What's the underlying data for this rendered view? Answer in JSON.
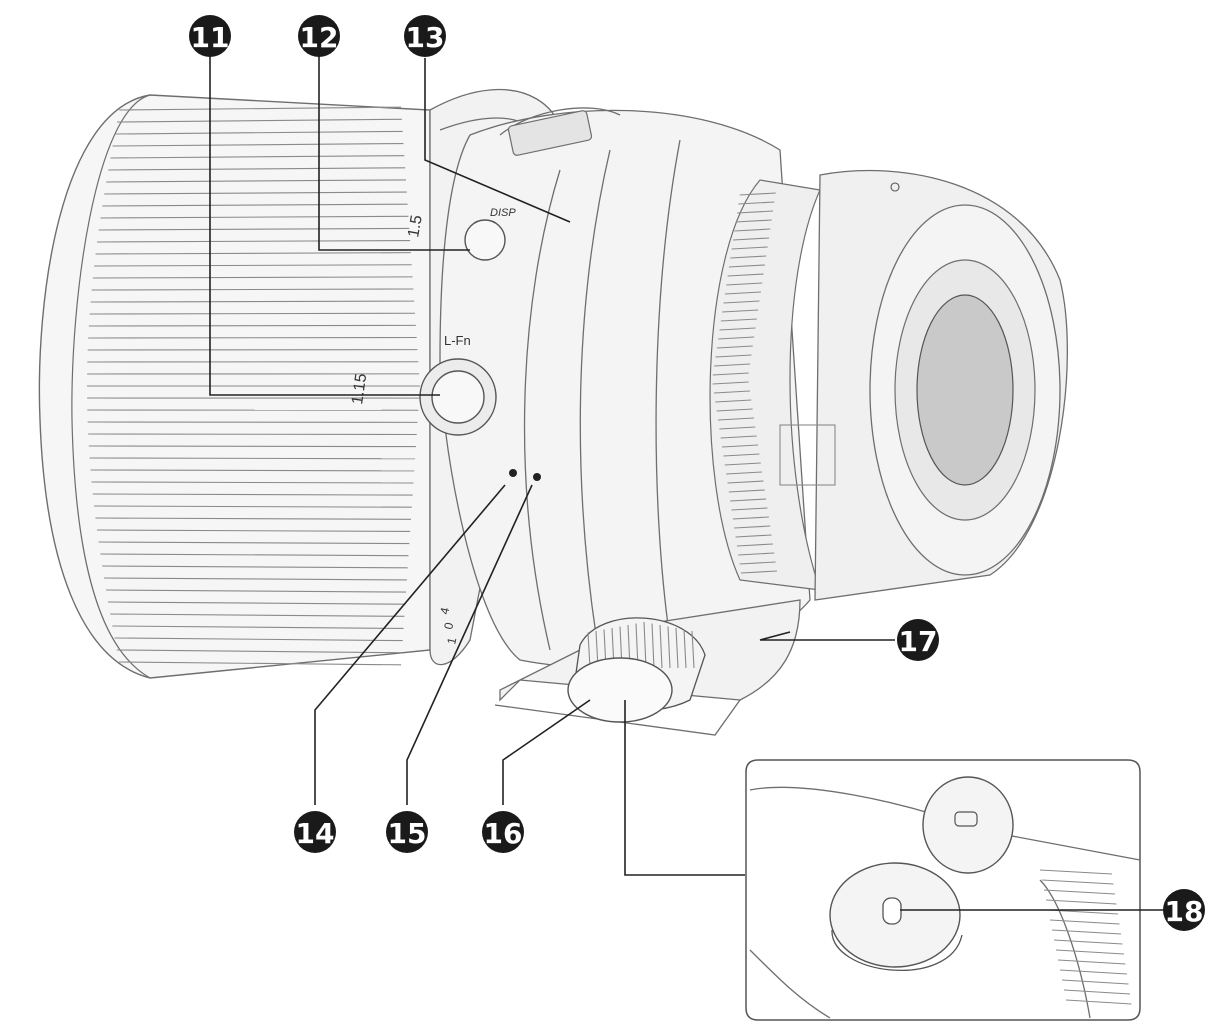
{
  "callouts": [
    {
      "id": "11",
      "label": "⑪"
    },
    {
      "id": "12",
      "label": "⑫"
    },
    {
      "id": "13",
      "label": "⑬"
    },
    {
      "id": "14",
      "label": "⑭"
    },
    {
      "id": "15",
      "label": "⑮"
    },
    {
      "id": "16",
      "label": "⑯"
    },
    {
      "id": "17",
      "label": "⑰"
    },
    {
      "id": "18",
      "label": "⑱"
    }
  ],
  "lens_markings": {
    "disp_button": "DISP",
    "lfn_button": "L-Fn",
    "scale_1_5": "1.5",
    "scale_1_15": "1.15",
    "scale_near_a": "4",
    "scale_near_b": "0",
    "scale_near_c": "1"
  },
  "colors": {
    "line": "#222222",
    "lens_fill": "#f4f4f4",
    "lens_shade": "#e6e6e6",
    "mount_glass": "#c9c9c9"
  }
}
